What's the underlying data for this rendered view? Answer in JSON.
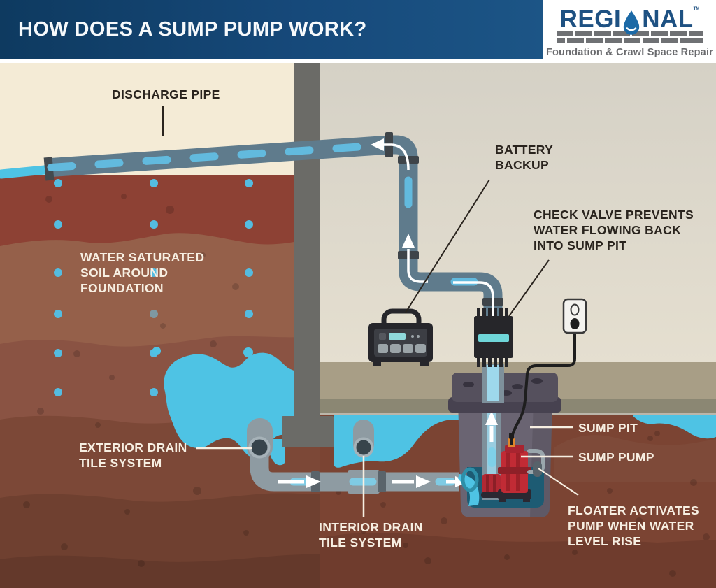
{
  "header": {
    "title": "HOW DOES A SUMP PUMP WORK?",
    "logo": {
      "brand_pre": "REGI",
      "brand_post": "NAL",
      "trademark": "TM",
      "tagline": "Foundation & Crawl Space Repair",
      "drop_icon": "water-drop"
    }
  },
  "labels": {
    "discharge_pipe": "DISCHARGE PIPE",
    "battery_backup": "BATTERY\nBACKUP",
    "check_valve": "CHECK VALVE PREVENTS\nWATER FLOWING BACK\nINTO SUMP PIT",
    "water_saturated_soil": "WATER SATURATED\nSOIL AROUND\nFOUNDATION",
    "exterior_drain": "EXTERIOR DRAIN\nTILE SYSTEM",
    "interior_drain": "INTERIOR DRAIN\nTILE SYSTEM",
    "sump_pit": "SUMP PIT",
    "sump_pump": "SUMP PUMP",
    "floater": "FLOATER ACTIVATES\nPUMP WHEN WATER\nLEVEL RISE"
  },
  "colors": {
    "header_blue_dark": "#0E3A60",
    "header_blue_light": "#1C5586",
    "brand_navy": "#1E5182",
    "drop_blue": "#1B69A6",
    "brick_gray": "#6F7174",
    "tagline_gray": "#6A6B6E",
    "cream": "#F4EBD6",
    "interior_gray": "#D7D3C8",
    "foundation_wall": "#6B6B67",
    "floor_tan": "#A89E86",
    "floor_olive": "#8B8773",
    "soil_red": "#8D4134",
    "soil_brown": "#7B4433",
    "water_cyan": "#4EC3E4",
    "pit_water_teal": "#1D5B73",
    "pipe_slate": "#5F7B8C",
    "pipe_light": "#8E9BA2",
    "pump_red": "#C12B35",
    "pit_gray": "#6A6472",
    "device_black": "#26262B",
    "valve_teal": "#6FD6D9",
    "label_dark": "#2A241E",
    "label_light": "#F7EFE2"
  }
}
